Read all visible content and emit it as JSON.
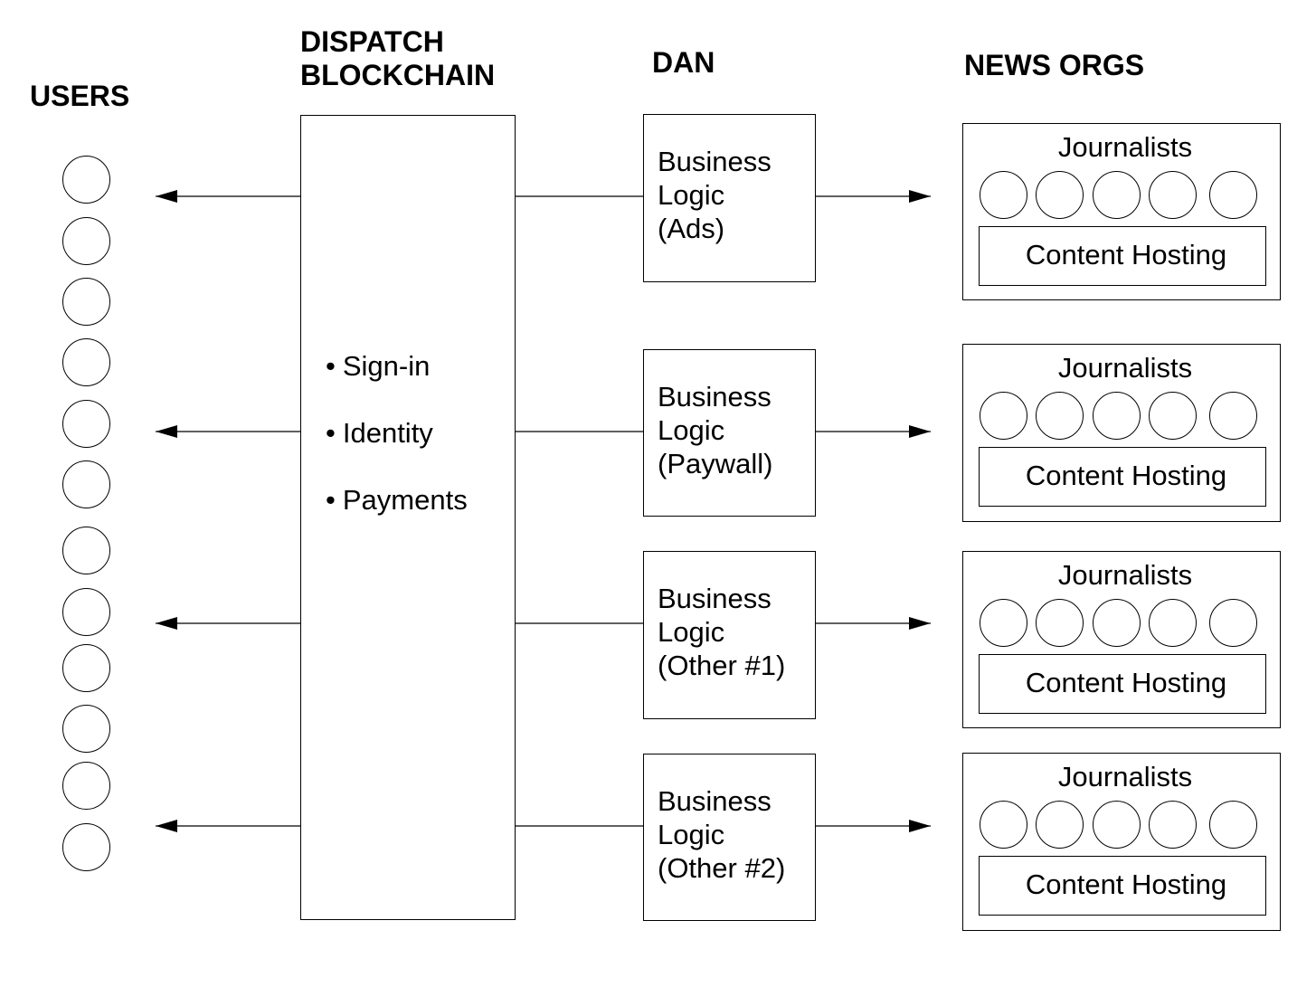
{
  "headers": {
    "users": "USERS",
    "blockchain_line1": "DISPATCH",
    "blockchain_line2": "BLOCKCHAIN",
    "dan": "DAN",
    "news_orgs": "NEWS ORGS"
  },
  "blockchain": {
    "bullets": [
      "Sign-in",
      "Identity",
      "Payments"
    ]
  },
  "dan_modules": [
    {
      "line1": "Business",
      "line2": "Logic",
      "line3": "(Ads)"
    },
    {
      "line1": "Business",
      "line2": "Logic",
      "line3": "(Paywall)"
    },
    {
      "line1": "Business",
      "line2": "Logic",
      "line3": "(Other #1)"
    },
    {
      "line1": "Business",
      "line2": "Logic",
      "line3": "(Other #2)"
    }
  ],
  "news_orgs": [
    {
      "journalists_label": "Journalists",
      "hosting_label": "Content Hosting"
    },
    {
      "journalists_label": "Journalists",
      "hosting_label": "Content Hosting"
    },
    {
      "journalists_label": "Journalists",
      "hosting_label": "Content Hosting"
    },
    {
      "journalists_label": "Journalists",
      "hosting_label": "Content Hosting"
    }
  ],
  "users": {
    "count": 12
  },
  "journalists_per_org": 5
}
